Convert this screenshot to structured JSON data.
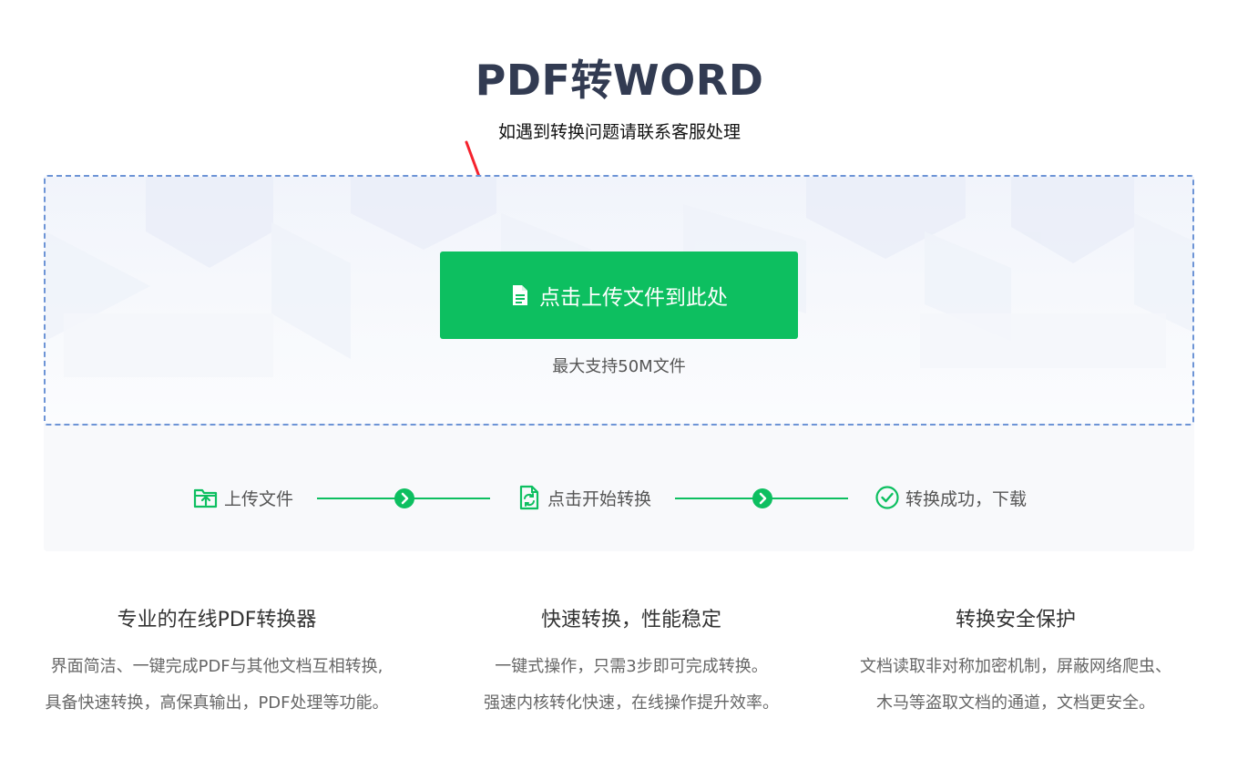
{
  "header": {
    "title": "PDF转WORD",
    "subtitle": "如遇到转换问题请联系客服处理"
  },
  "upload": {
    "button_label": "点击上传文件到此处",
    "button_icon": "file-icon",
    "limit_text": "最大支持50M文件"
  },
  "steps": [
    {
      "label": "上传文件",
      "icon": "folder-upload-icon"
    },
    {
      "label": "点击开始转换",
      "icon": "file-convert-icon"
    },
    {
      "label": "转换成功，下载",
      "icon": "check-circle-icon"
    }
  ],
  "features": [
    {
      "title": "专业的在线PDF转换器",
      "lines": [
        "界面简洁、一键完成PDF与其他文档互相转换,",
        "具备快速转换，高保真输出，PDF处理等功能。"
      ]
    },
    {
      "title": "快速转换，性能稳定",
      "lines": [
        "一键式操作，只需3步即可完成转换。",
        "强速内核转化快速，在线操作提升效率。"
      ]
    },
    {
      "title": "转换安全保护",
      "lines": [
        "文档读取非对称加密机制，屏蔽网络爬虫、",
        "木马等盗取文档的通道，文档更安全。"
      ]
    }
  ],
  "colors": {
    "accent": "#0dbf60",
    "title": "#323b52",
    "dashed_border": "#6d94d6",
    "annotation_arrow": "#f5222d"
  }
}
